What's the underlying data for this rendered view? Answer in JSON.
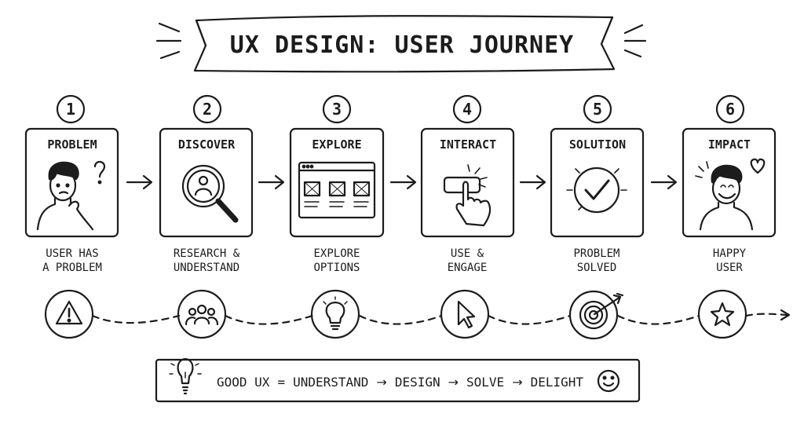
{
  "title": "UX DESIGN: USER JOURNEY",
  "steps": [
    {
      "number": "1",
      "title": "PROBLEM",
      "caption": [
        "USER HAS",
        "A PROBLEM"
      ],
      "icon": "confused-person-icon",
      "bottom_icon": "warning-icon"
    },
    {
      "number": "2",
      "title": "DISCOVER",
      "caption": [
        "RESEARCH &",
        "UNDERSTAND"
      ],
      "icon": "magnifier-user-icon",
      "bottom_icon": "group-icon"
    },
    {
      "number": "3",
      "title": "EXPLORE",
      "caption": [
        "EXPLORE",
        "OPTIONS"
      ],
      "icon": "browser-window-icon",
      "bottom_icon": "lightbulb-icon"
    },
    {
      "number": "4",
      "title": "INTERACT",
      "caption": [
        "USE &",
        "ENGAGE"
      ],
      "icon": "hand-press-button-icon",
      "bottom_icon": "cursor-icon"
    },
    {
      "number": "5",
      "title": "SOLUTION",
      "caption": [
        "PROBLEM",
        "SOLVED"
      ],
      "icon": "checkmark-circle-icon",
      "bottom_icon": "target-icon"
    },
    {
      "number": "6",
      "title": "IMPACT",
      "caption": [
        "HAPPY",
        "USER"
      ],
      "icon": "happy-person-icon",
      "bottom_icon": "star-icon"
    }
  ],
  "formula": {
    "parts": [
      "GOOD UX",
      "=",
      "UNDERSTAND",
      "→",
      "DESIGN",
      "→",
      "SOLVE",
      "→",
      "DELIGHT"
    ],
    "left_icon": "lightbulb-icon",
    "right_icon": "smiley-icon"
  }
}
